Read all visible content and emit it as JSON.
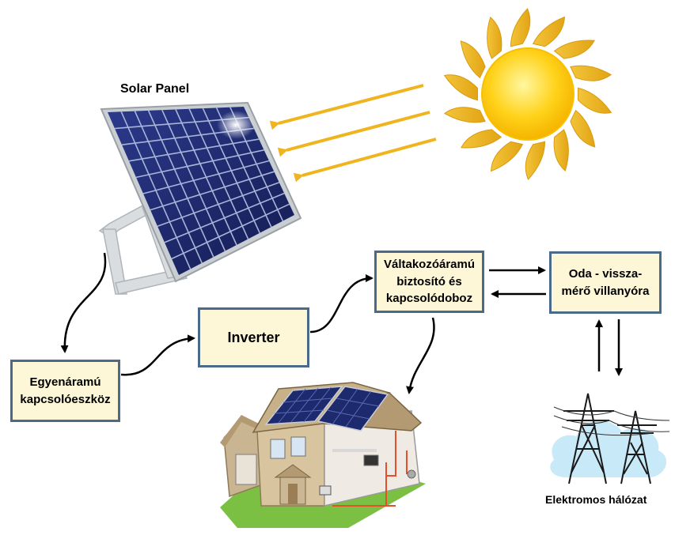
{
  "labels": {
    "solar_panel": "Solar Panel",
    "grid": "Elektromos hálózat"
  },
  "boxes": {
    "dc_switch": "Egyenáramú\nkapcsolóeszköz",
    "inverter": "Inverter",
    "ac_breaker": "Váltakozóáramú\nbiztosító és\nkapcsolódoboz",
    "meter": "Oda - vissza-\nmérő villanyóra"
  },
  "colors": {
    "box_fill": "#fdf7d8",
    "box_border": "#4a6a8a",
    "sun_ray_arrow": "#f0b41e",
    "sun_core": "#ffd21a",
    "panel_cell": "#1d2a6e",
    "arrow": "#000000"
  },
  "icons": {
    "sun": "sun-icon",
    "solar_panel": "solar-panel-icon",
    "house": "house-icon",
    "power_tower": "power-tower-icon"
  }
}
